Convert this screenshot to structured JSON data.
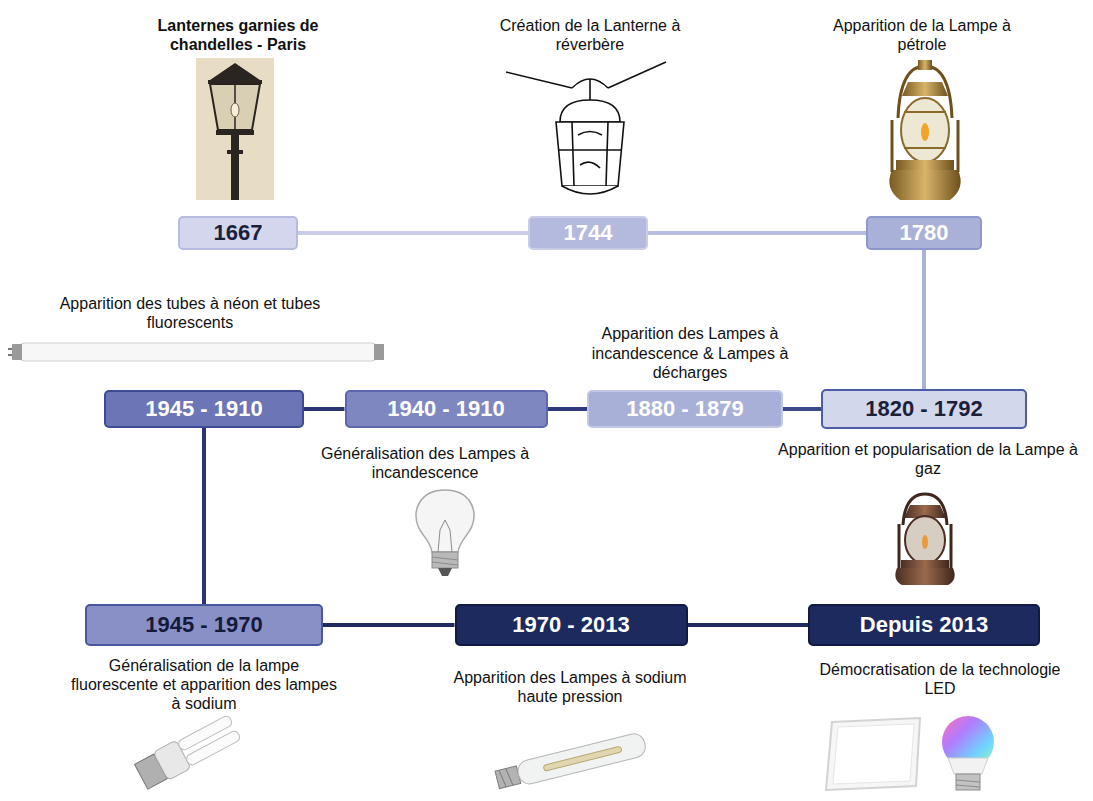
{
  "diagram": {
    "nodes": [
      {
        "text": [
          "1667",
          "Lanternes garnies de chandelles - Paris"
        ]
      },
      {
        "text": [
          "1744",
          "Création de la Lanterne à réverbère"
        ]
      },
      {
        "text": [
          "1780",
          "Apparition de la Lampe à pétrole"
        ]
      },
      {
        "text": [
          "1820 - 1792",
          "Apparition et popularisation de la Lampe à gaz"
        ]
      },
      {
        "text": [
          "1880 - 1879",
          "Apparition des Lampes à incandescence & Lampes à décharges"
        ]
      },
      {
        "text": [
          "1940 - 1910",
          "Généralisation des Lampes à incandescence"
        ]
      },
      {
        "text": [
          "1945 - 1910",
          "Apparition des tubes à néon et tubes fluorescents"
        ]
      },
      {
        "text": [
          "1945 - 1970",
          "Généralisation de la lampe fluorescente et apparition des lampes à sodium"
        ]
      },
      {
        "text": [
          "1970 - 2013",
          "Apparition des Lampes à sodium haute pression"
        ]
      },
      {
        "text": [
          "Depuis 2013",
          "Démocratisation de la technologie LED"
        ]
      }
    ],
    "edges": [
      {
        "from": 0,
        "to": 1,
        "arrow": "none"
      },
      {
        "from": 1,
        "to": 2,
        "arrow": "none"
      },
      {
        "from": 2,
        "to": 3,
        "arrow": "none"
      },
      {
        "from": 3,
        "to": 4,
        "arrow": "none"
      },
      {
        "from": 4,
        "to": 5,
        "arrow": "none"
      },
      {
        "from": 5,
        "to": 6,
        "arrow": "none"
      },
      {
        "from": 6,
        "to": 7,
        "arrow": "none"
      },
      {
        "from": 7,
        "to": 8,
        "arrow": "none"
      },
      {
        "from": 8,
        "to": 9,
        "arrow": "none"
      }
    ]
  }
}
